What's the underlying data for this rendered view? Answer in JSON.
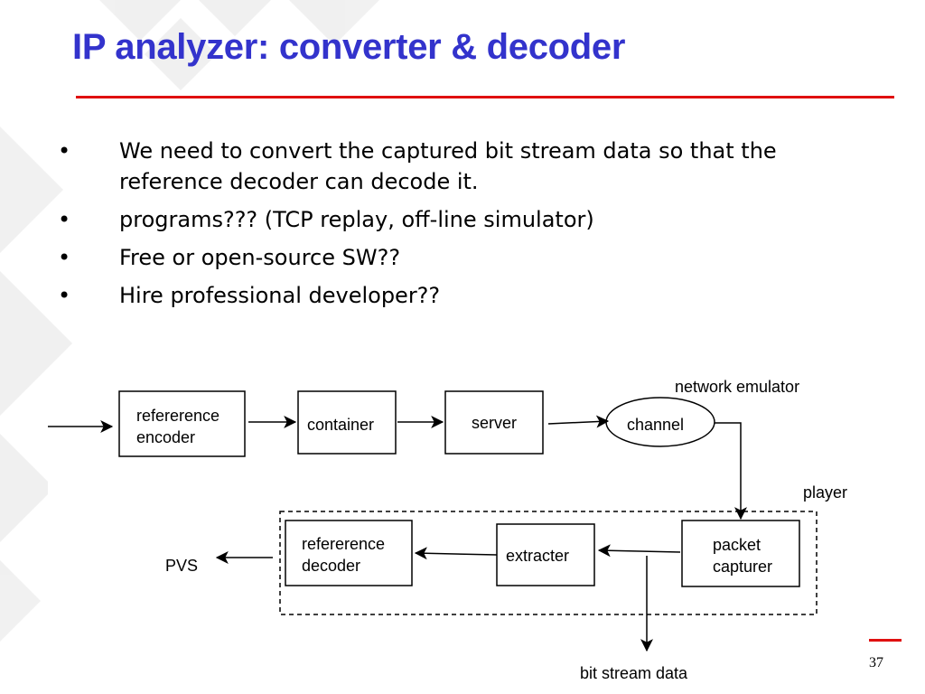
{
  "slide": {
    "title": "IP analyzer: converter & decoder",
    "page_number": "37",
    "bullets": [
      {
        "marker": "•",
        "text": "We need to convert the captured bit stream data so that the reference decoder can decode it."
      },
      {
        "marker": "•",
        "text": "programs??? (TCP replay, off-line simulator)"
      },
      {
        "marker": "•",
        "text": "Free or open-source SW??"
      },
      {
        "marker": "•",
        "text": "Hire professional developer??"
      }
    ]
  },
  "diagram": {
    "nodes": {
      "reference_encoder": [
        "refererence",
        "encoder"
      ],
      "container": "container",
      "server": "server",
      "channel": "channel",
      "packet_capturer": [
        "packet",
        "capturer"
      ],
      "extracter": "extracter",
      "reference_decoder": [
        "refererence",
        "decoder"
      ]
    },
    "labels": {
      "network_emulator": "network emulator",
      "player": "player",
      "pvs": "PVS",
      "bit_stream_data": "bit stream data"
    }
  },
  "colors": {
    "title": "#3333cc",
    "rule": "#e01010",
    "background_pattern": "#ececec"
  }
}
